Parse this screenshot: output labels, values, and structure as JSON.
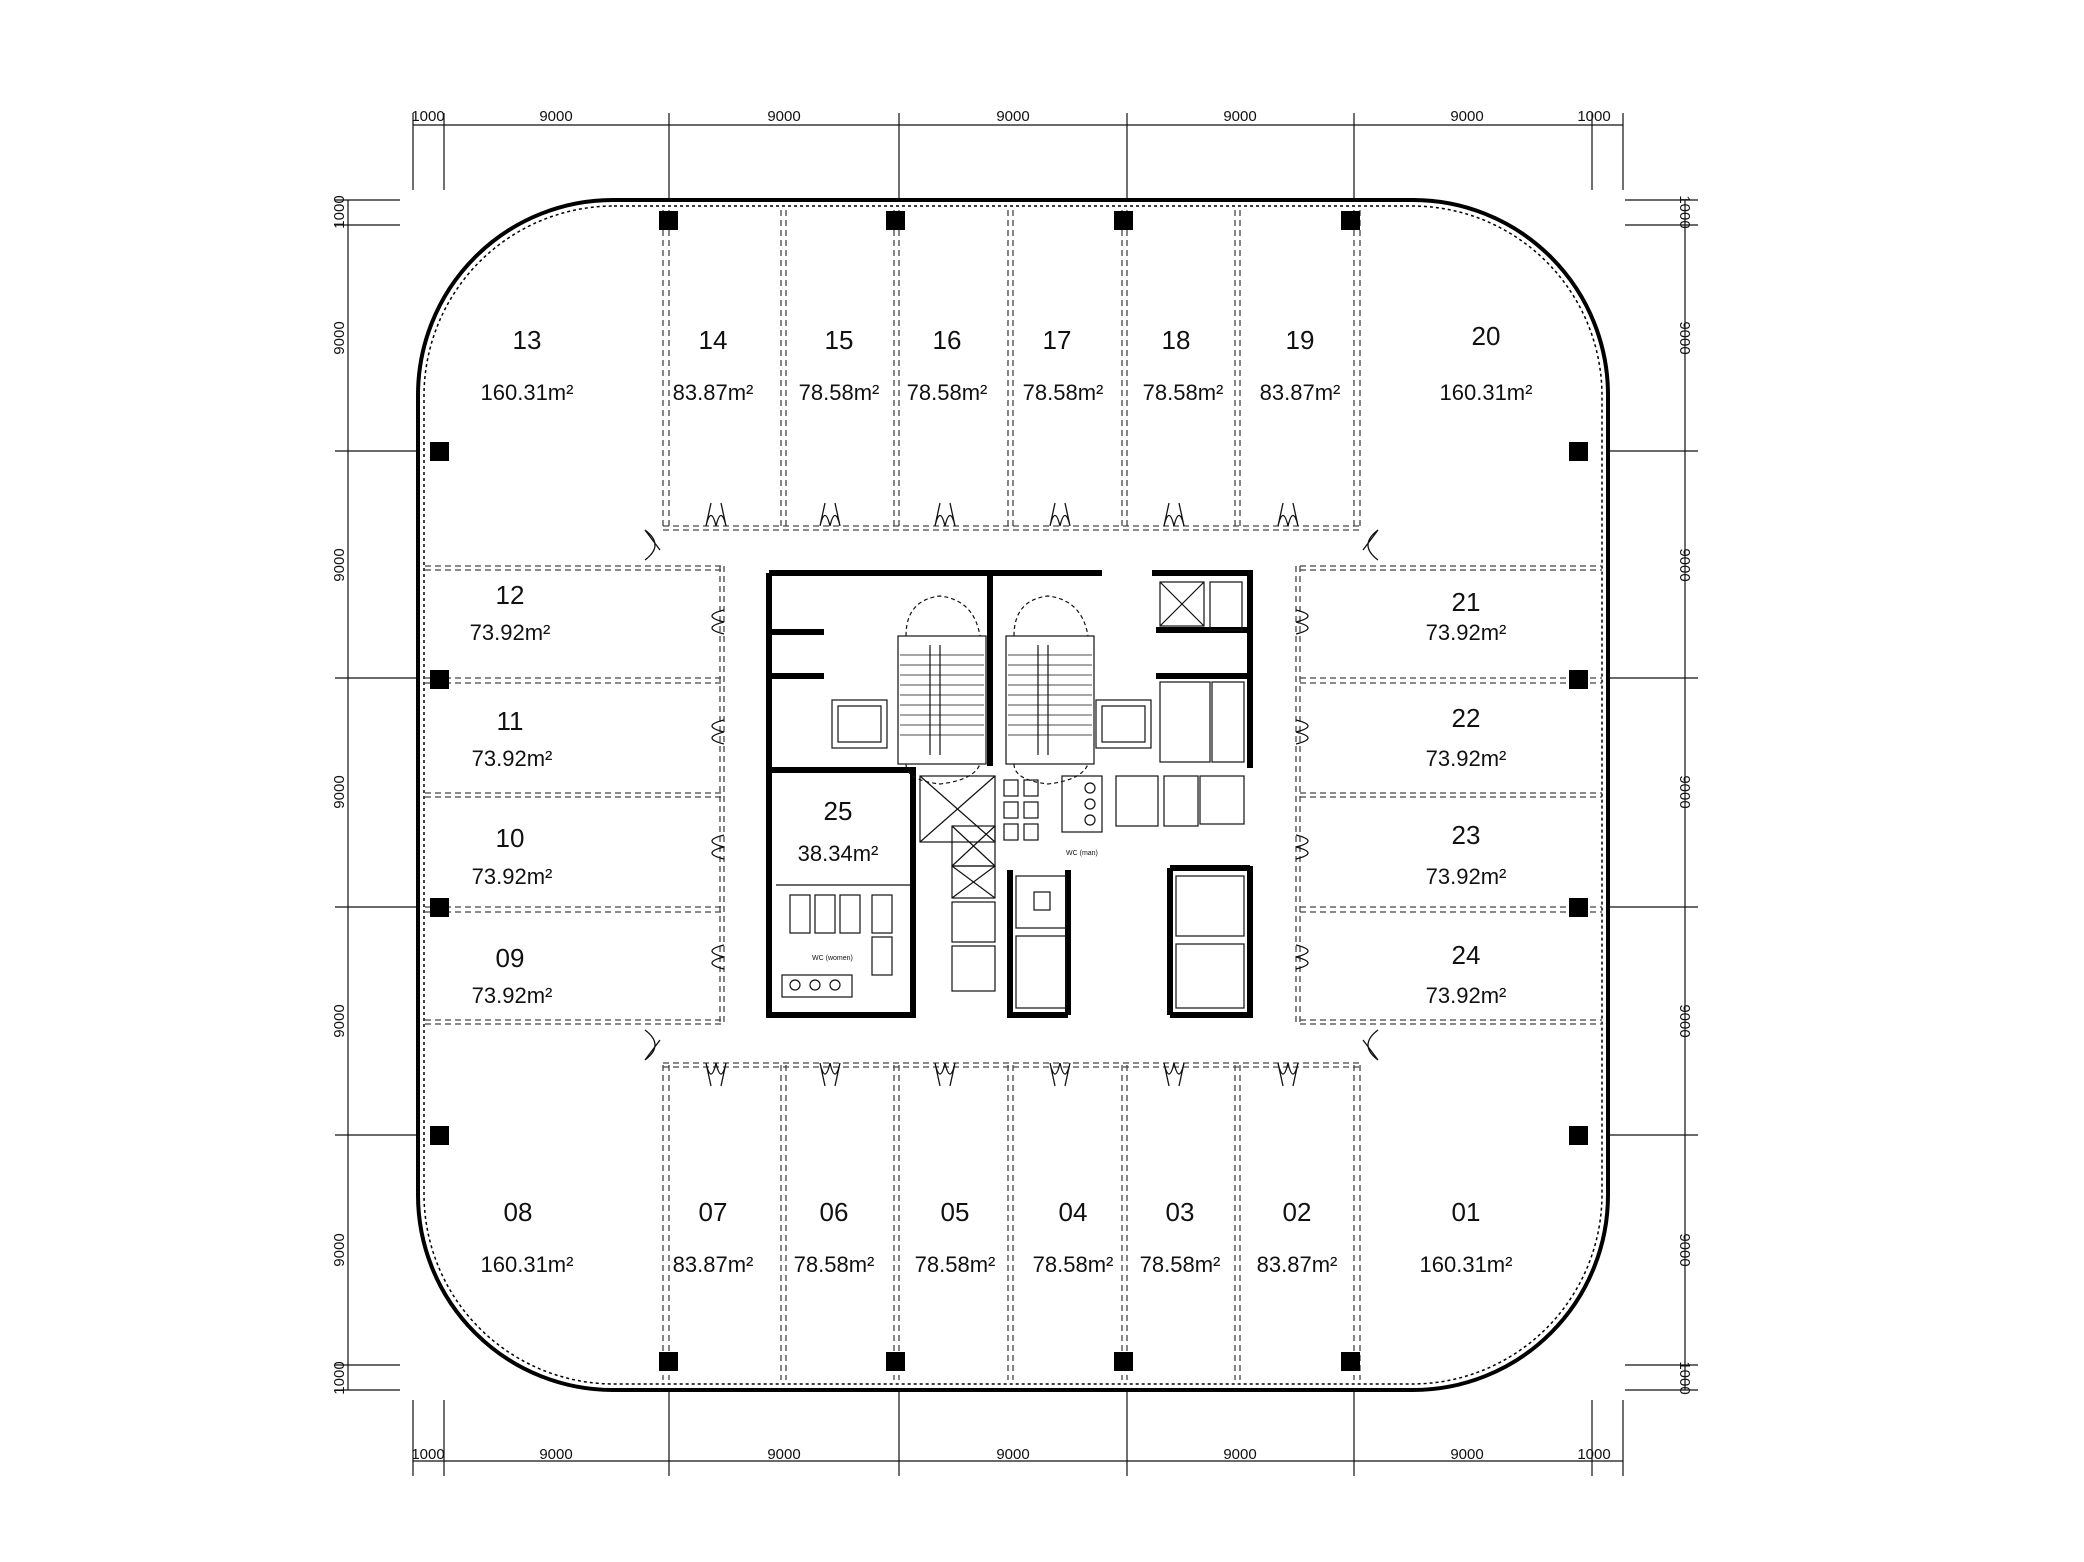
{
  "dimensions": {
    "top": [
      "1000",
      "9000",
      "9000",
      "9000",
      "9000",
      "9000",
      "1000"
    ],
    "bottom": [
      "1000",
      "9000",
      "9000",
      "9000",
      "9000",
      "9000",
      "1000"
    ],
    "left": [
      "1000",
      "9000",
      "9000",
      "9000",
      "9000",
      "9000",
      "1000"
    ],
    "right": [
      "1000",
      "9000",
      "9000",
      "9000",
      "9000",
      "9000",
      "1000"
    ]
  },
  "units": {
    "u13": {
      "num": "13",
      "area": "160.31m²"
    },
    "u14": {
      "num": "14",
      "area": "83.87m²"
    },
    "u15": {
      "num": "15",
      "area": "78.58m²"
    },
    "u16": {
      "num": "16",
      "area": "78.58m²"
    },
    "u17": {
      "num": "17",
      "area": "78.58m²"
    },
    "u18": {
      "num": "18",
      "area": "78.58m²"
    },
    "u19": {
      "num": "19",
      "area": "83.87m²"
    },
    "u20": {
      "num": "20",
      "area": "160.31m²"
    },
    "u12": {
      "num": "12",
      "area": "73.92m²"
    },
    "u11": {
      "num": "11",
      "area": "73.92m²"
    },
    "u10": {
      "num": "10",
      "area": "73.92m²"
    },
    "u09": {
      "num": "09",
      "area": "73.92m²"
    },
    "u21": {
      "num": "21",
      "area": "73.92m²"
    },
    "u22": {
      "num": "22",
      "area": "73.92m²"
    },
    "u23": {
      "num": "23",
      "area": "73.92m²"
    },
    "u24": {
      "num": "24",
      "area": "73.92m²"
    },
    "u25": {
      "num": "25",
      "area": "38.34m²"
    },
    "u08": {
      "num": "08",
      "area": "160.31m²"
    },
    "u07": {
      "num": "07",
      "area": "83.87m²"
    },
    "u06": {
      "num": "06",
      "area": "78.58m²"
    },
    "u05": {
      "num": "05",
      "area": "78.58m²"
    },
    "u04": {
      "num": "04",
      "area": "78.58m²"
    },
    "u03": {
      "num": "03",
      "area": "78.58m²"
    },
    "u02": {
      "num": "02",
      "area": "83.87m²"
    },
    "u01": {
      "num": "01",
      "area": "160.31m²"
    }
  },
  "core_labels": {
    "wc_women": "WC (women)",
    "wc_men": "WC (man)"
  }
}
